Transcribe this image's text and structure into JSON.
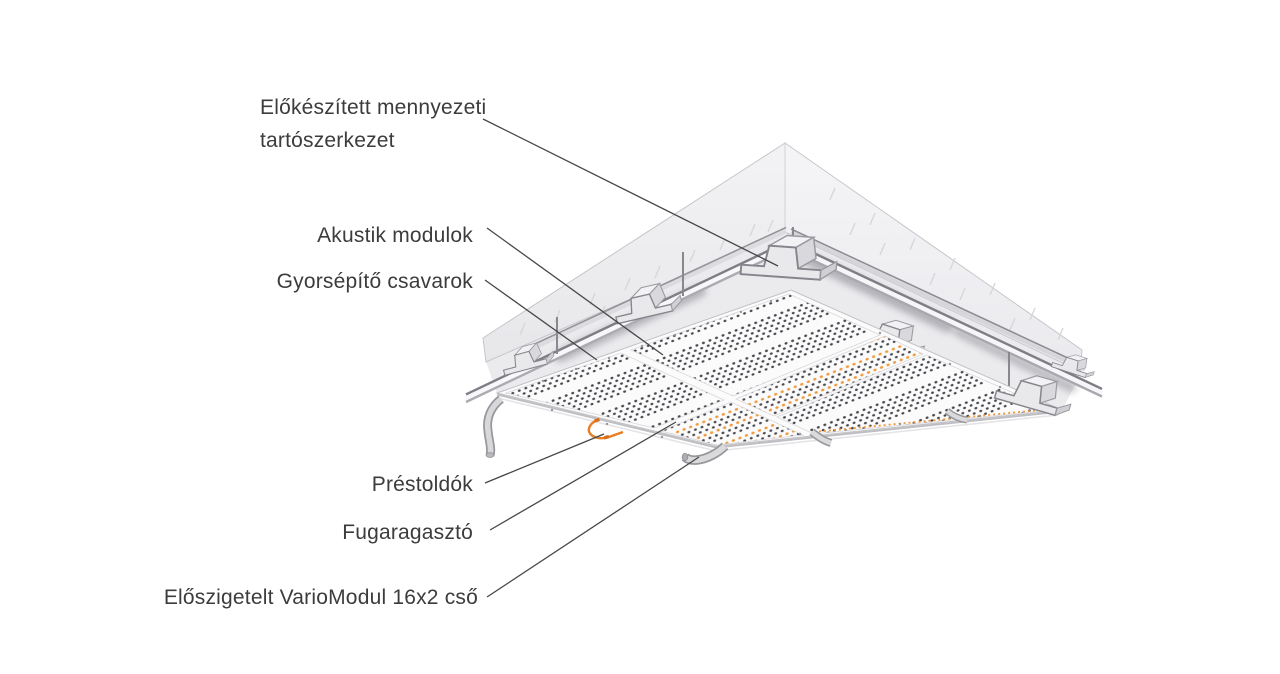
{
  "diagram": {
    "kind": "technical-illustration",
    "labels": [
      {
        "id": "support-structure",
        "text": "Előkészített mennyezeti tartószerkezet"
      },
      {
        "id": "acoustic-modules",
        "text": "Akustik modulok"
      },
      {
        "id": "quick-screws",
        "text": "Gyorsépítő csavarok"
      },
      {
        "id": "press-couplings",
        "text": "Préstoldók"
      },
      {
        "id": "joint-adhesive",
        "text": "Fugaragasztó"
      },
      {
        "id": "insulated-pipe",
        "text": "Előszigetelt VarioModul 16x2 cső"
      }
    ],
    "colors": {
      "background": "#ffffff",
      "label_text": "#3c3c3c",
      "leader_line": "#474747",
      "pipe_orange": "#e87e23",
      "perforation_dark": "#47474c",
      "concrete_light": "#ededef",
      "metal_gray": "#9a9aa0",
      "panel_white": "#fbfbfc"
    }
  }
}
